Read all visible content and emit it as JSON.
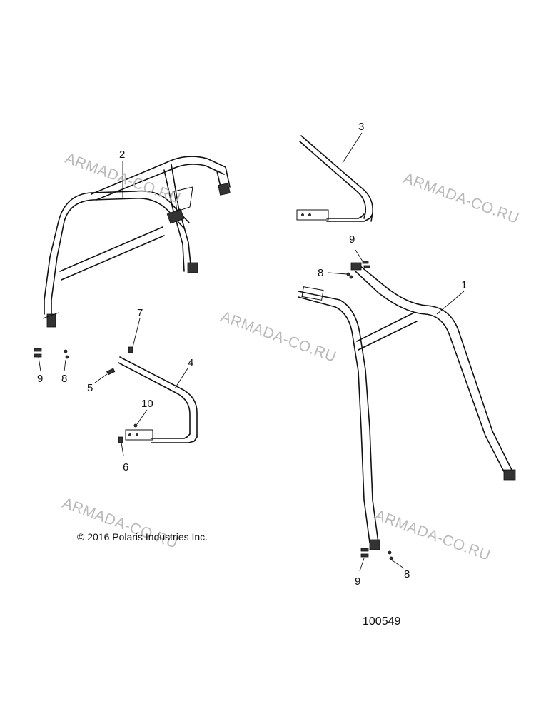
{
  "watermarks": [
    {
      "id": "wm-1",
      "text": "ARMADA-CO.RU"
    },
    {
      "id": "wm-2",
      "text": "ARMADA-CO.RU"
    },
    {
      "id": "wm-3",
      "text": "ARMADA-CO.RU"
    },
    {
      "id": "wm-4",
      "text": "ARMADA-CO.RU"
    },
    {
      "id": "wm-5",
      "text": "ARMADA-CO.RU"
    }
  ],
  "callouts": {
    "c1": "1",
    "c2": "2",
    "c3": "3",
    "c4": "4",
    "c5": "5",
    "c6": "6",
    "c7": "7",
    "c8a": "8",
    "c8b": "8",
    "c8c": "8",
    "c9a": "9",
    "c9b": "9",
    "c9c": "9",
    "c10": "10"
  },
  "copyright": "© 2016 Polaris Industries Inc.",
  "document_number": "100549"
}
